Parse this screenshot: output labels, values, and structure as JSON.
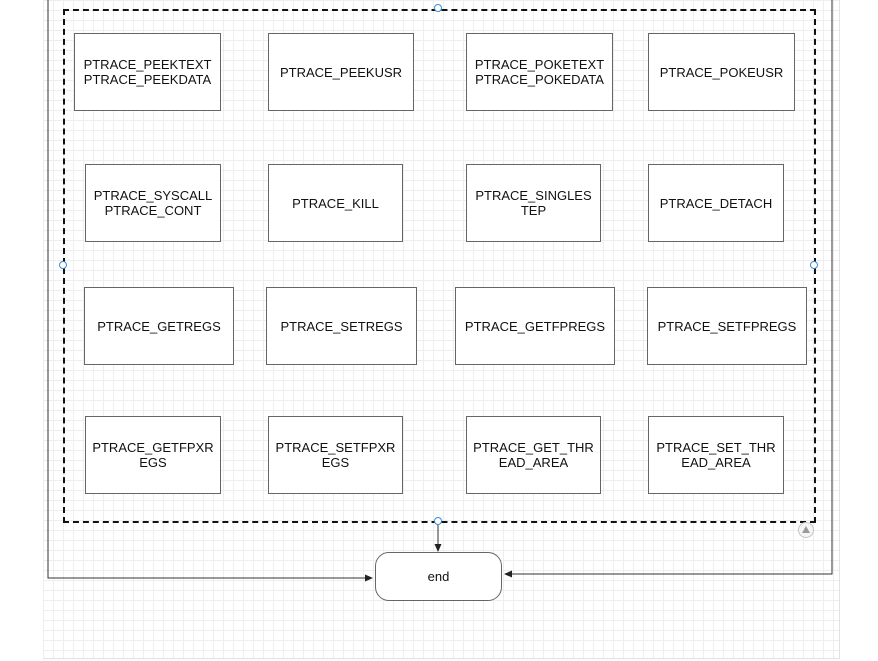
{
  "diagram": {
    "boxes": [
      [
        "PTRACE_PEEKTEXT",
        "PTRACE_PEEKDATA"
      ],
      [
        "PTRACE_PEEKUSR"
      ],
      [
        "PTRACE_POKETEXT",
        "PTRACE_POKEDATA"
      ],
      [
        "PTRACE_POKEUSR"
      ],
      [
        "PTRACE_SYSCALL",
        "PTRACE_CONT"
      ],
      [
        "PTRACE_KILL"
      ],
      [
        "PTRACE_SINGLES",
        "TEP"
      ],
      [
        "PTRACE_DETACH"
      ],
      [
        "PTRACE_GETREGS"
      ],
      [
        "PTRACE_SETREGS"
      ],
      [
        "PTRACE_GETFPREGS"
      ],
      [
        "PTRACE_SETFPREGS"
      ],
      [
        "PTRACE_GETFPXR",
        "EGS"
      ],
      [
        "PTRACE_SETFPXR",
        "EGS"
      ],
      [
        "PTRACE_GET_THR",
        "EAD_AREA"
      ],
      [
        "PTRACE_SET_THR",
        "EAD_AREA"
      ]
    ],
    "end_label": "end"
  },
  "colors": {
    "handle": "#3a8dd8",
    "group_border": "#111111",
    "box_border": "#666666"
  }
}
